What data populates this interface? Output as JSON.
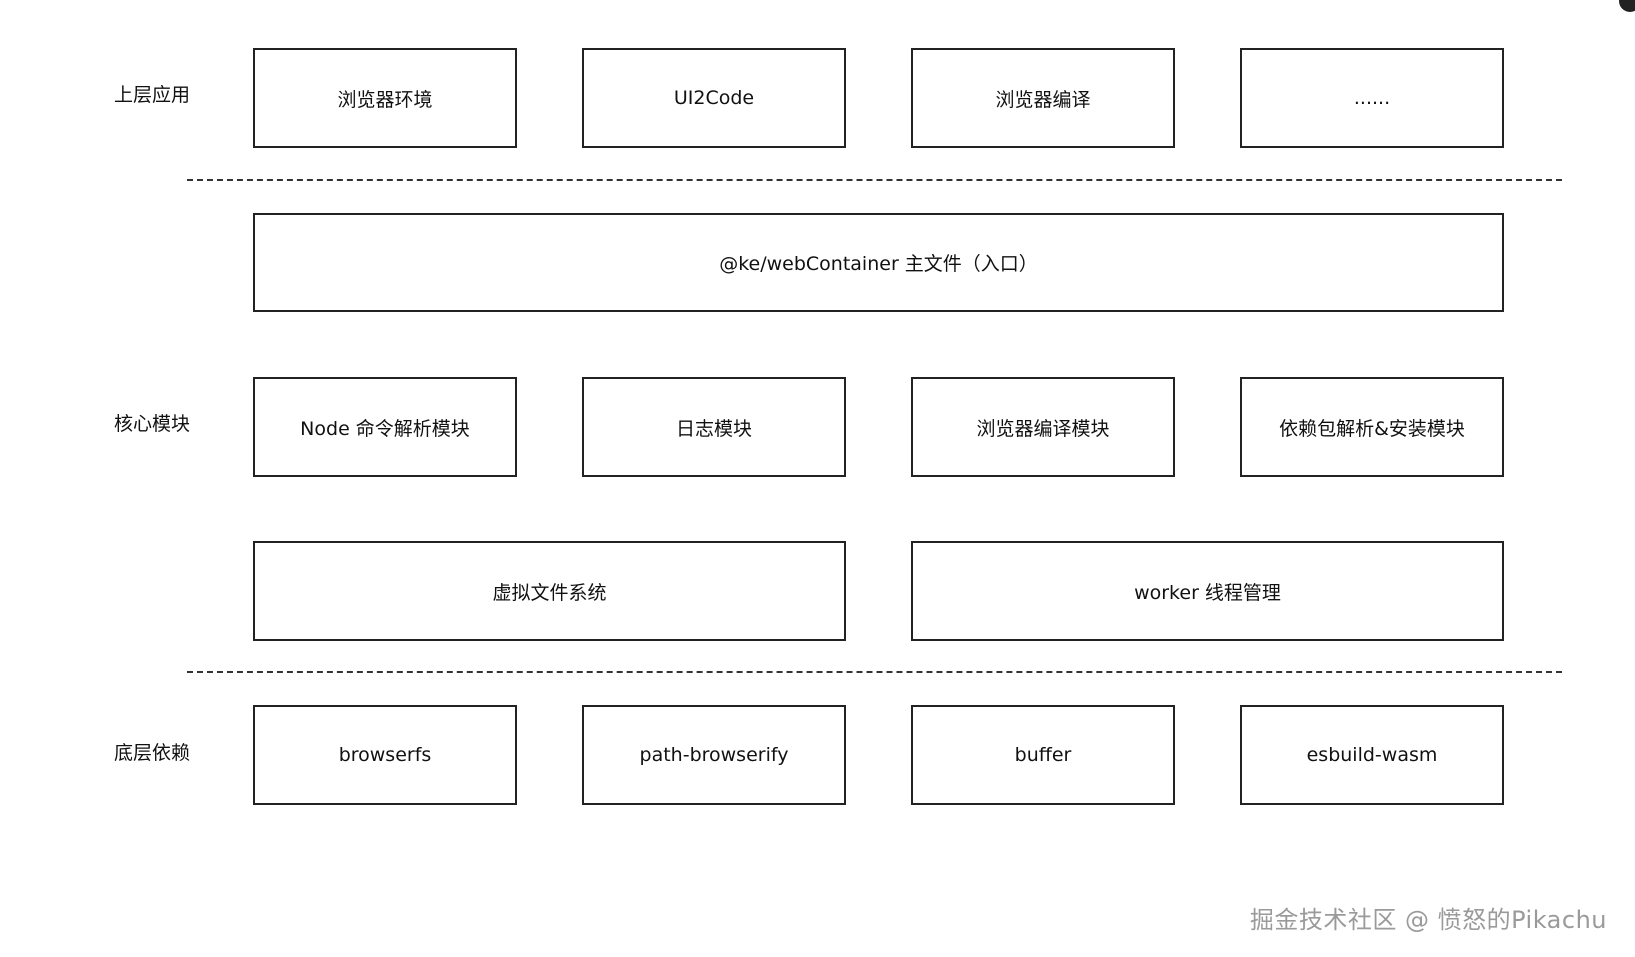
{
  "layers": {
    "top": {
      "label": "上层应用"
    },
    "core": {
      "label": "核心模块"
    },
    "bottom": {
      "label": "底层依赖"
    }
  },
  "top_apps": [
    "浏览器环境",
    "UI2Code",
    "浏览器编译",
    "......"
  ],
  "entry": {
    "label": "@ke/webContainer 主文件（入口）"
  },
  "core_modules": [
    "Node 命令解析模块",
    "日志模块",
    "浏览器编译模块",
    "依赖包解析&安装模块"
  ],
  "core_infra": [
    "虚拟文件系统",
    "worker 线程管理"
  ],
  "dependencies": [
    "browserfs",
    "path-browserify",
    "buffer",
    "esbuild-wasm"
  ],
  "watermark": "掘金技术社区 @ 愤怒的Pikachu"
}
